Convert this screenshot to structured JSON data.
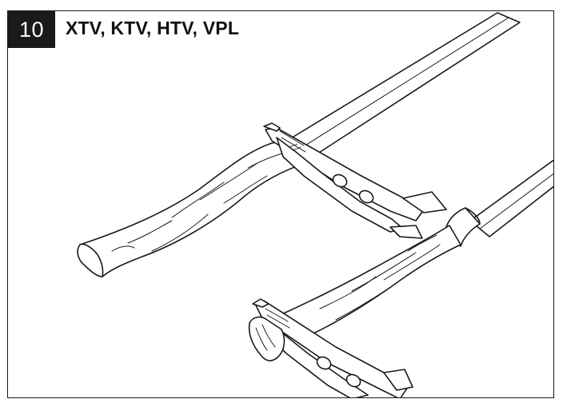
{
  "step": {
    "number": "10",
    "title": "XTV, KTV, HTV, VPL"
  },
  "illustration": {
    "subject": "illustration",
    "stroke_color": "#1a1a1a",
    "fill_color": "#ffffff"
  }
}
